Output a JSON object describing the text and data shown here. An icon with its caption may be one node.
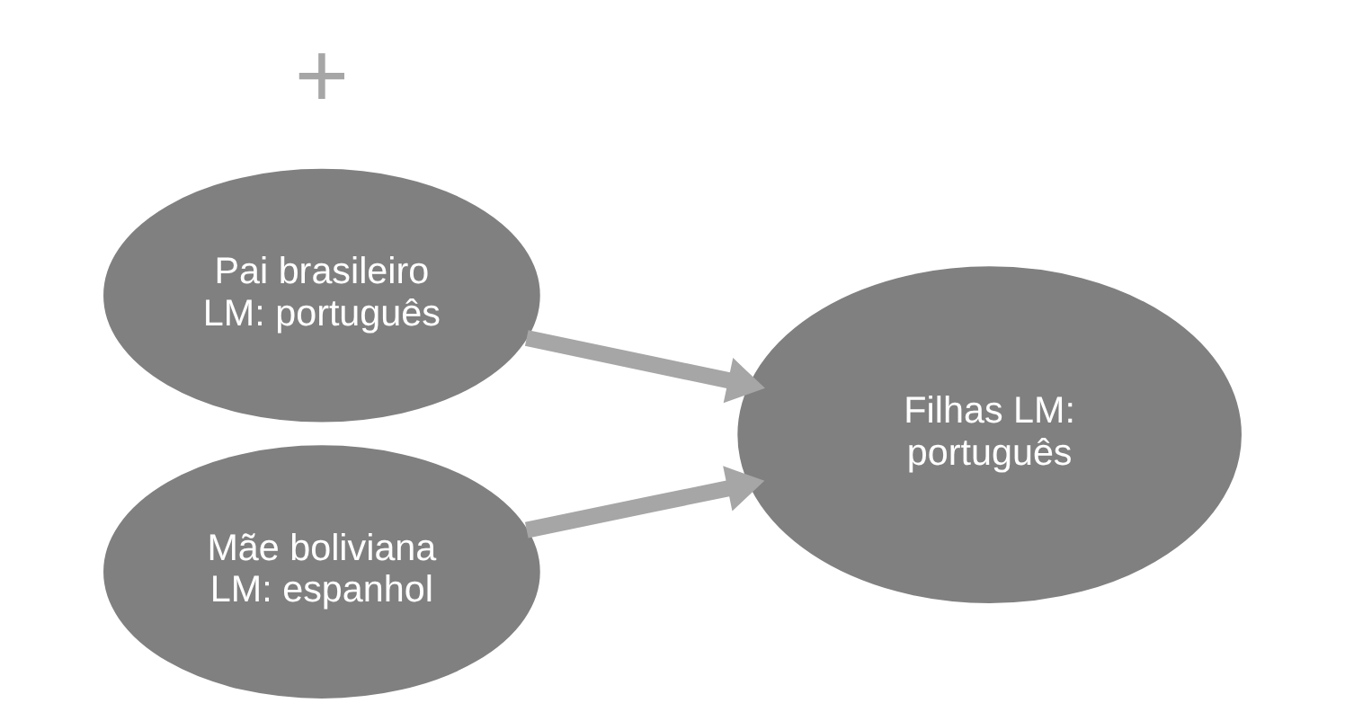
{
  "diagram": {
    "nodes": [
      {
        "text": [
          "Pai brasileiro LM: português"
        ]
      },
      {
        "text": [
          "Mãe boliviana LM: espanhol"
        ]
      },
      {
        "text": [
          "Filhas LM: português"
        ]
      }
    ],
    "edges": [
      {
        "from": 0,
        "to": 2,
        "arrow": "to"
      },
      {
        "from": 1,
        "to": 2,
        "arrow": "to"
      }
    ],
    "labels": [
      "+"
    ]
  }
}
